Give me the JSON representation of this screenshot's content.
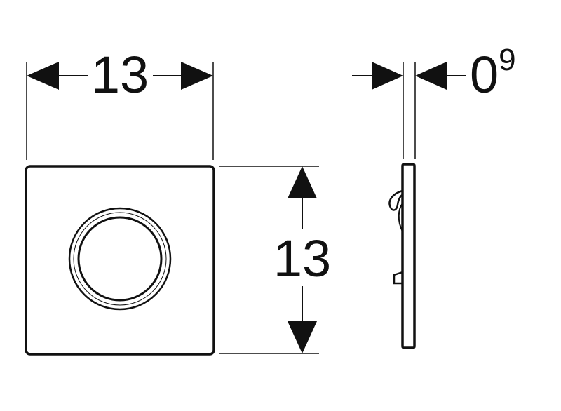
{
  "dimensions": {
    "width": {
      "value": "13"
    },
    "height": {
      "value": "13"
    },
    "thickness": {
      "value": "0",
      "superscript": "9"
    }
  },
  "colors": {
    "line": "#111111",
    "background": "#ffffff"
  },
  "icons": {
    "button_shape": "circle",
    "plate_shape": "rounded-square"
  }
}
